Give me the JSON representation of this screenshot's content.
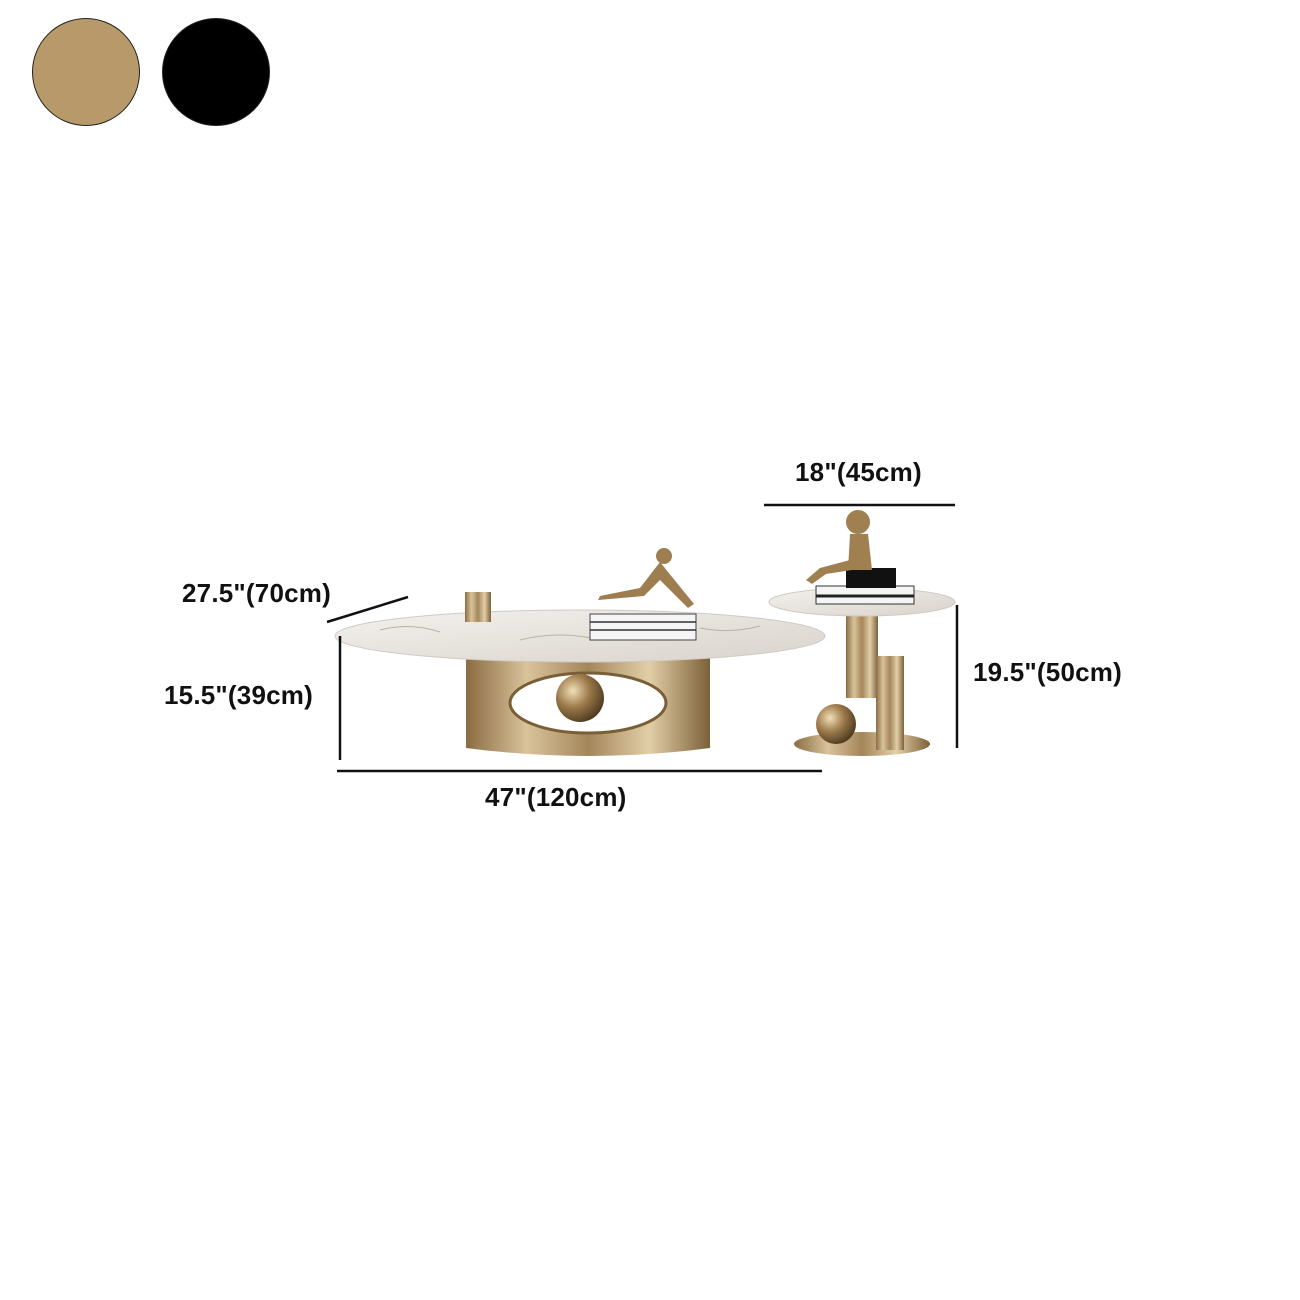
{
  "color_options": [
    {
      "name": "gold-option",
      "color": "#b8996a"
    },
    {
      "name": "black-option",
      "color": "#000000"
    }
  ],
  "dimensions": {
    "coffee_table_depth": "27.5\"(70cm)",
    "coffee_table_height": "15.5\"(39cm)",
    "coffee_table_width": "47\"(120cm)",
    "side_table_diameter": "18\"(45cm)",
    "side_table_height": "19.5\"(50cm)"
  },
  "colors": {
    "marble": "#ece9e4",
    "gold": "#b8996a",
    "gold_dark": "#6e5634",
    "line": "#111111"
  }
}
